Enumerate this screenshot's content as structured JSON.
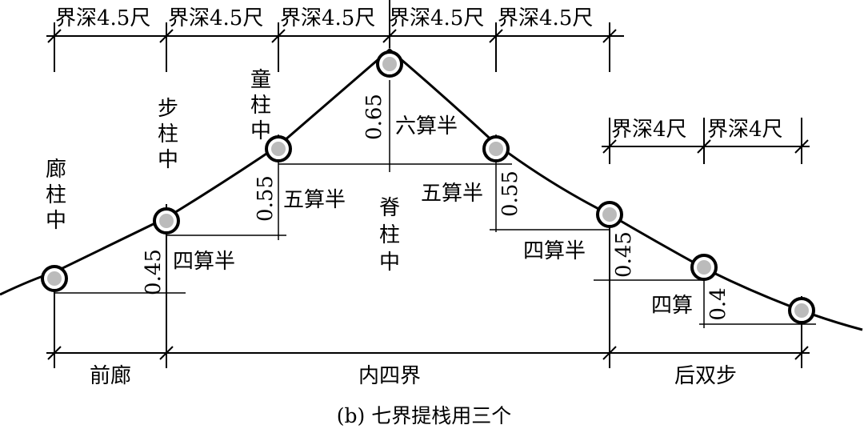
{
  "top_dims": [
    "界深4.5尺",
    "界深4.5尺",
    "界深4.5尺",
    "界深4.5尺",
    "界深4.5尺"
  ],
  "right_dims": [
    "界深4尺",
    "界深4尺"
  ],
  "bottom_spans": [
    "前廊",
    "内四界",
    "后双步"
  ],
  "column_labels": {
    "lang": [
      "廊",
      "柱",
      "中"
    ],
    "bu": [
      "步",
      "柱",
      "中"
    ],
    "tong": [
      "童",
      "柱",
      "中"
    ],
    "ji": [
      "脊",
      "柱",
      "中"
    ]
  },
  "rises": [
    "0.45",
    "0.55",
    "0.65",
    "0.55",
    "0.45",
    "0.4"
  ],
  "pitch_labels": [
    "四算半",
    "五算半",
    "六算半",
    "五算半",
    "四算半",
    "四算"
  ],
  "caption": "(b) 七界提栈用三个"
}
